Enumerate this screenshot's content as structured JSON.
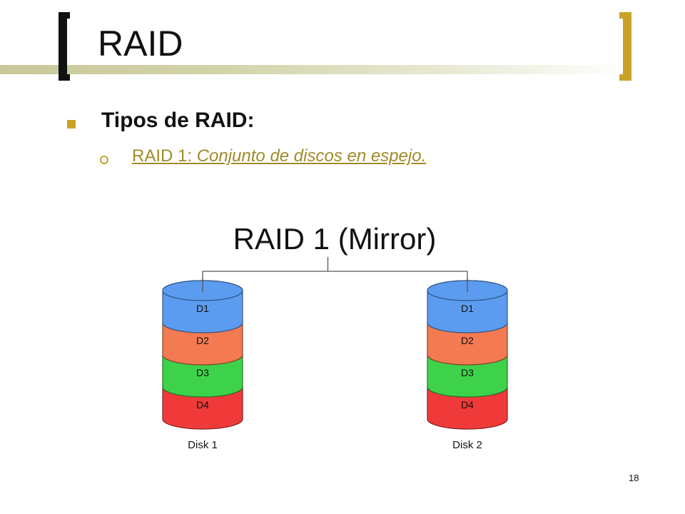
{
  "slide": {
    "title": "RAID",
    "bullet": "Tipos de RAID:",
    "sub_bullet_prefix": "RAID 1:",
    "sub_bullet_rest": " Conjunto de discos en espejo.",
    "page_number": "18"
  },
  "diagram": {
    "title": "RAID 1 (Mirror)",
    "disks": [
      {
        "label": "Disk 1",
        "blocks": [
          "D1",
          "D2",
          "D3",
          "D4"
        ]
      },
      {
        "label": "Disk 2",
        "blocks": [
          "D1",
          "D2",
          "D3",
          "D4"
        ]
      }
    ],
    "colors": {
      "D1": "#5c9cf0",
      "D2": "#f47a52",
      "D3": "#3ed24a",
      "D4": "#f03a3a",
      "accent": "#c9a227"
    }
  }
}
